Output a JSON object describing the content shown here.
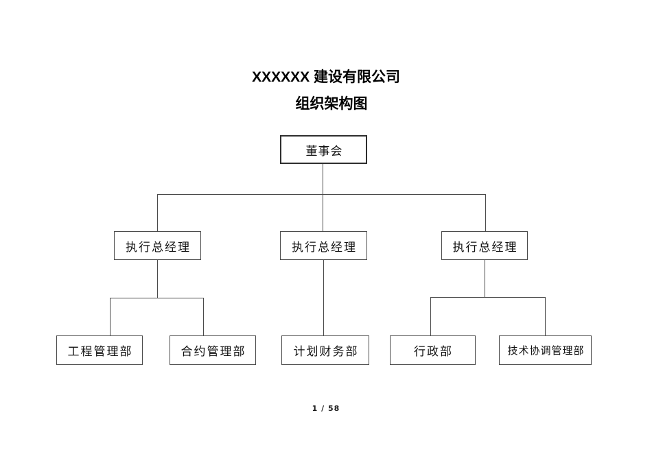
{
  "document": {
    "title": "XXXXXX 建设有限公司",
    "subtitle": "组织架构图",
    "page_indicator": "1 / 58"
  },
  "org_chart": {
    "root": {
      "label": "董事会"
    },
    "level2": [
      {
        "label": "执行总经理"
      },
      {
        "label": "执行总经理"
      },
      {
        "label": "执行总经理"
      }
    ],
    "level3": [
      {
        "label": "工程管理部"
      },
      {
        "label": "合约管理部"
      },
      {
        "label": "计划财务部"
      },
      {
        "label": "行政部"
      },
      {
        "label": "技术协调管理部"
      }
    ]
  },
  "style": {
    "background_color": "#ffffff",
    "line_color": "#4a4a4a",
    "text_color": "#000000"
  }
}
